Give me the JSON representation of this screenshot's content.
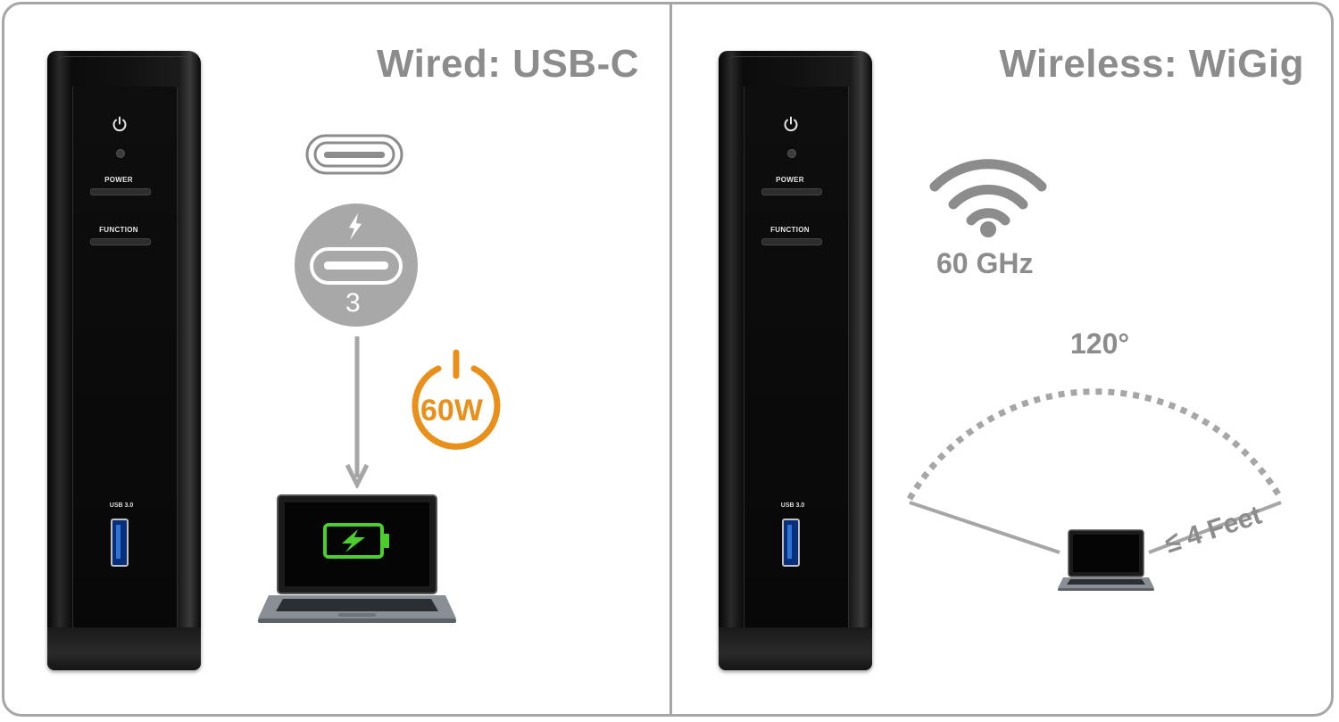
{
  "panels": {
    "wired": {
      "title": "Wired: USB-C",
      "thunderbolt_number": "3",
      "power_delivery": "60W"
    },
    "wireless": {
      "title": "Wireless: WiGig",
      "frequency": "60 GHz",
      "angle": "120°",
      "range": "≤ 4 Feet"
    }
  },
  "dock": {
    "power_label": "POWER",
    "function_label": "FUNCTION",
    "usb_label": "USB 3.0"
  },
  "colors": {
    "title_gray": "#8c8c8c",
    "power_orange": "#e8901a",
    "battery_green": "#4ccf2e",
    "border_gray": "#a6a6a6"
  },
  "icons": {
    "connector": "usb-c-connector-icon",
    "thunderbolt": "thunderbolt-icon",
    "charging": "power-60w-icon",
    "battery": "battery-charging-icon",
    "wifi": "wifi-icon"
  }
}
